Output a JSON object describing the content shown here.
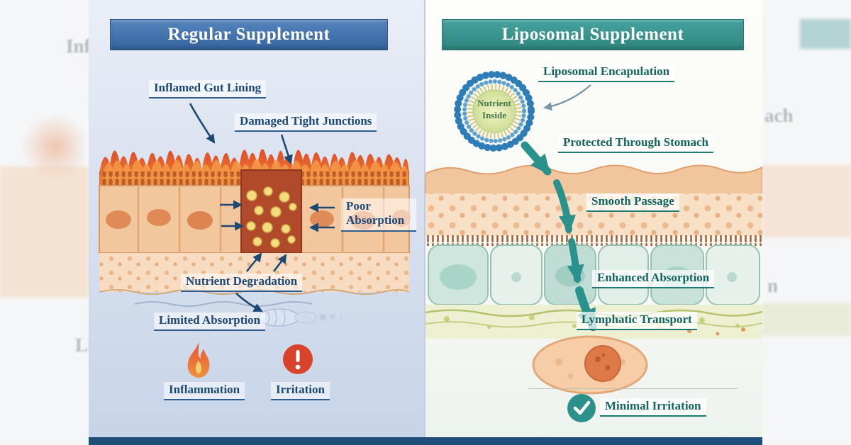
{
  "left_panel": {
    "header": "Regular Supplement",
    "labels": {
      "inflamed_gut_lining": "Inflamed Gut Lining",
      "damaged_tight_junctions": "Damaged Tight Junctions",
      "poor_absorption": "Poor Absorption",
      "nutrient_degradation": "Nutrient Degradation",
      "limited_absorption": "Limited Absorption",
      "inflammation": "Inflammation",
      "irritation": "Irritation"
    }
  },
  "right_panel": {
    "header": "Liposomal Supplement",
    "liposome": {
      "line1": "Nutrient",
      "line2": "Inside"
    },
    "labels": {
      "liposomal_encapsulation": "Liposomal Encapulation",
      "protected_through_stomach": "Protected Through Stomach",
      "smooth_passage": "Smooth Passage",
      "enhanced_absorption": "Enhanced Absorption",
      "lymphatic_transport": "Lymphatic Transport",
      "minimal_irritation": "Minimal Irritation"
    }
  },
  "background_echo": {
    "left_top": "Inf",
    "left_bottom": "Li",
    "right_top": "ach",
    "right_middle": "n"
  },
  "colors": {
    "left_header_bg": "#3c6fae",
    "right_header_bg": "#37948f",
    "left_label_text": "#1c4976",
    "right_label_text": "#13655f",
    "flame_orange": "#ef8434",
    "damage_red": "#b04a2a",
    "alert_red": "#d8432a",
    "arrow_teal": "#2b918d",
    "bottom_bar": "#1f4e79",
    "left_panel_bg": "#d6dfef",
    "right_panel_bg": "#f6f8f3"
  }
}
